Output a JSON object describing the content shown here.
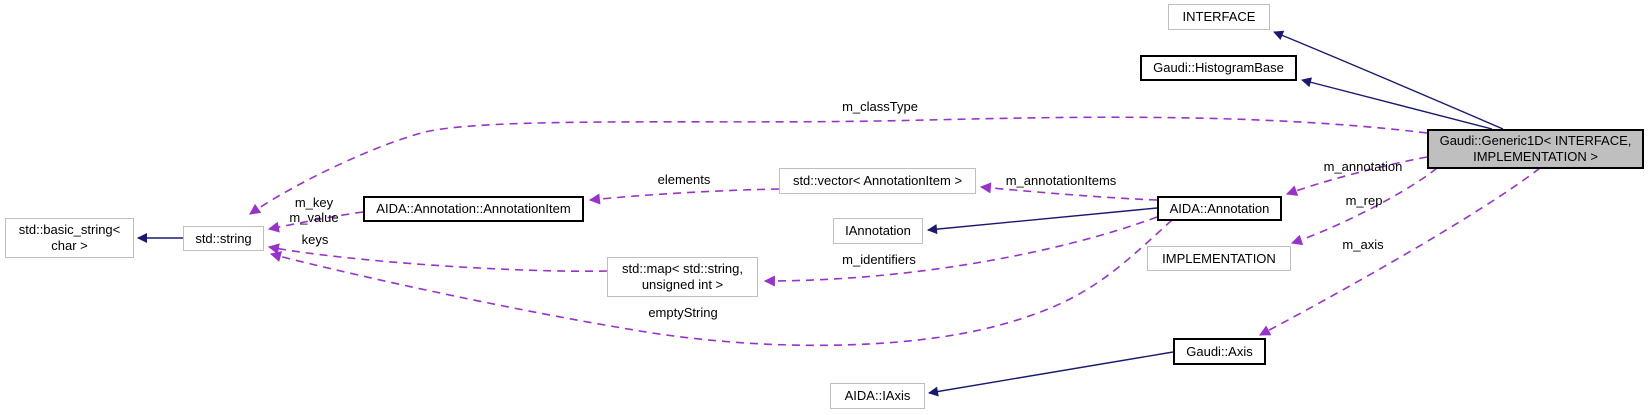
{
  "colors": {
    "inheritance_edge": "#191970",
    "usage_edge": "#9932cc",
    "current_node_fill": "#bfbfbf",
    "node_border_dark": "#000000",
    "node_border_light": "#bfbfbf"
  },
  "nodes": {
    "interface": {
      "label": "INTERFACE"
    },
    "histogram_base": {
      "label": "Gaudi::HistogramBase"
    },
    "generic1d": {
      "line1": "Gaudi::Generic1D< INTERFACE,",
      "line2": "IMPLEMENTATION >"
    },
    "vector_annotation_item": {
      "label": "std::vector< AnnotationItem >"
    },
    "iannotation": {
      "label": "IAnnotation"
    },
    "aida_annotation": {
      "label": "AIDA::Annotation"
    },
    "implementation": {
      "label": "IMPLEMENTATION"
    },
    "annotation_item": {
      "label": "AIDA::Annotation::AnnotationItem"
    },
    "std_string": {
      "label": "std::string"
    },
    "basic_string": {
      "line1": "std::basic_string<",
      "line2": "char >"
    },
    "std_map": {
      "line1": "std::map< std::string,",
      "line2": "unsigned int >"
    },
    "gaudi_axis": {
      "label": "Gaudi::Axis"
    },
    "aida_iaxis": {
      "label": "AIDA::IAxis"
    }
  },
  "edge_labels": {
    "m_classType": "m_classType",
    "elements": "elements",
    "m_annotationItems": "m_annotationItems",
    "m_annotation": "m_annotation",
    "m_rep": "m_rep",
    "m_axis": "m_axis",
    "m_key": "m_key",
    "m_value": "m_value",
    "keys": "keys",
    "m_identifiers": "m_identifiers",
    "emptyString": "emptyString"
  }
}
